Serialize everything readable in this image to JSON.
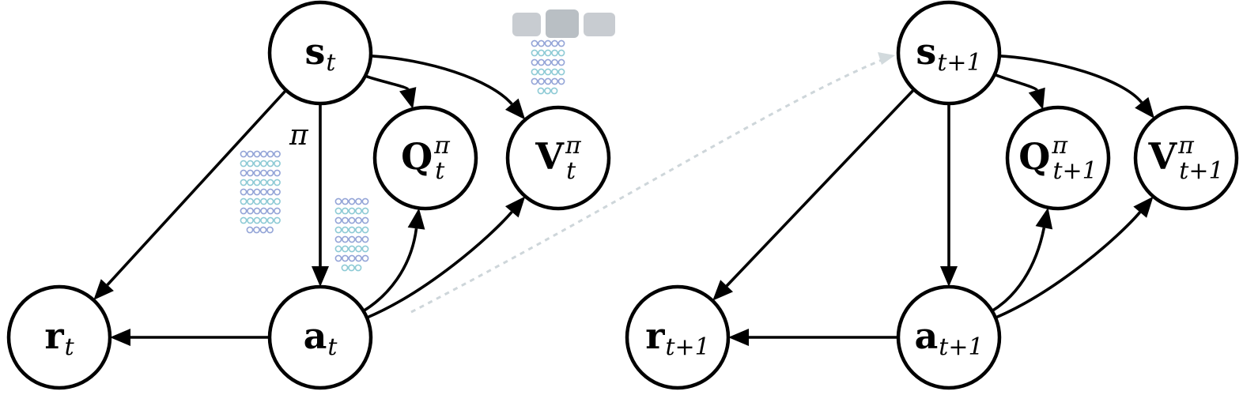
{
  "nodes": [
    {
      "id": "s_t",
      "symbol": "s",
      "sub": "t",
      "sup": ""
    },
    {
      "id": "Q_t",
      "symbol": "Q",
      "sub": "t",
      "sup": "π"
    },
    {
      "id": "V_t",
      "symbol": "V",
      "sub": "t",
      "sup": "π"
    },
    {
      "id": "r_t",
      "symbol": "r",
      "sub": "t",
      "sup": ""
    },
    {
      "id": "a_t",
      "symbol": "a",
      "sub": "t",
      "sup": ""
    },
    {
      "id": "s_t1",
      "symbol": "s",
      "sub": "t+1",
      "sup": ""
    },
    {
      "id": "Q_t1",
      "symbol": "Q",
      "sub": "t+1",
      "sup": "π"
    },
    {
      "id": "V_t1",
      "symbol": "V",
      "sub": "t+1",
      "sup": "π"
    },
    {
      "id": "r_t1",
      "symbol": "r",
      "sub": "t+1",
      "sup": ""
    },
    {
      "id": "a_t1",
      "symbol": "a",
      "sub": "t+1",
      "sup": ""
    }
  ],
  "edges": [
    {
      "from": "s_t",
      "to": "a_t"
    },
    {
      "from": "s_t",
      "to": "r_t"
    },
    {
      "from": "s_t",
      "to": "Q_t"
    },
    {
      "from": "s_t",
      "to": "V_t"
    },
    {
      "from": "a_t",
      "to": "r_t"
    },
    {
      "from": "a_t",
      "to": "Q_t"
    },
    {
      "from": "a_t",
      "to": "V_t"
    },
    {
      "from": "a_t",
      "to": "s_t1"
    },
    {
      "from": "s_t1",
      "to": "a_t1"
    },
    {
      "from": "s_t1",
      "to": "r_t1"
    },
    {
      "from": "s_t1",
      "to": "Q_t1"
    },
    {
      "from": "s_t1",
      "to": "V_t1"
    },
    {
      "from": "a_t1",
      "to": "r_t1"
    },
    {
      "from": "a_t1",
      "to": "Q_t1"
    },
    {
      "from": "a_t1",
      "to": "V_t1"
    }
  ],
  "policy_label": "π",
  "colors": {
    "stroke": "#000000",
    "fill": "#ffffff",
    "nn_teal": "#67b8c7",
    "nn_blue": "#6f86c9"
  }
}
